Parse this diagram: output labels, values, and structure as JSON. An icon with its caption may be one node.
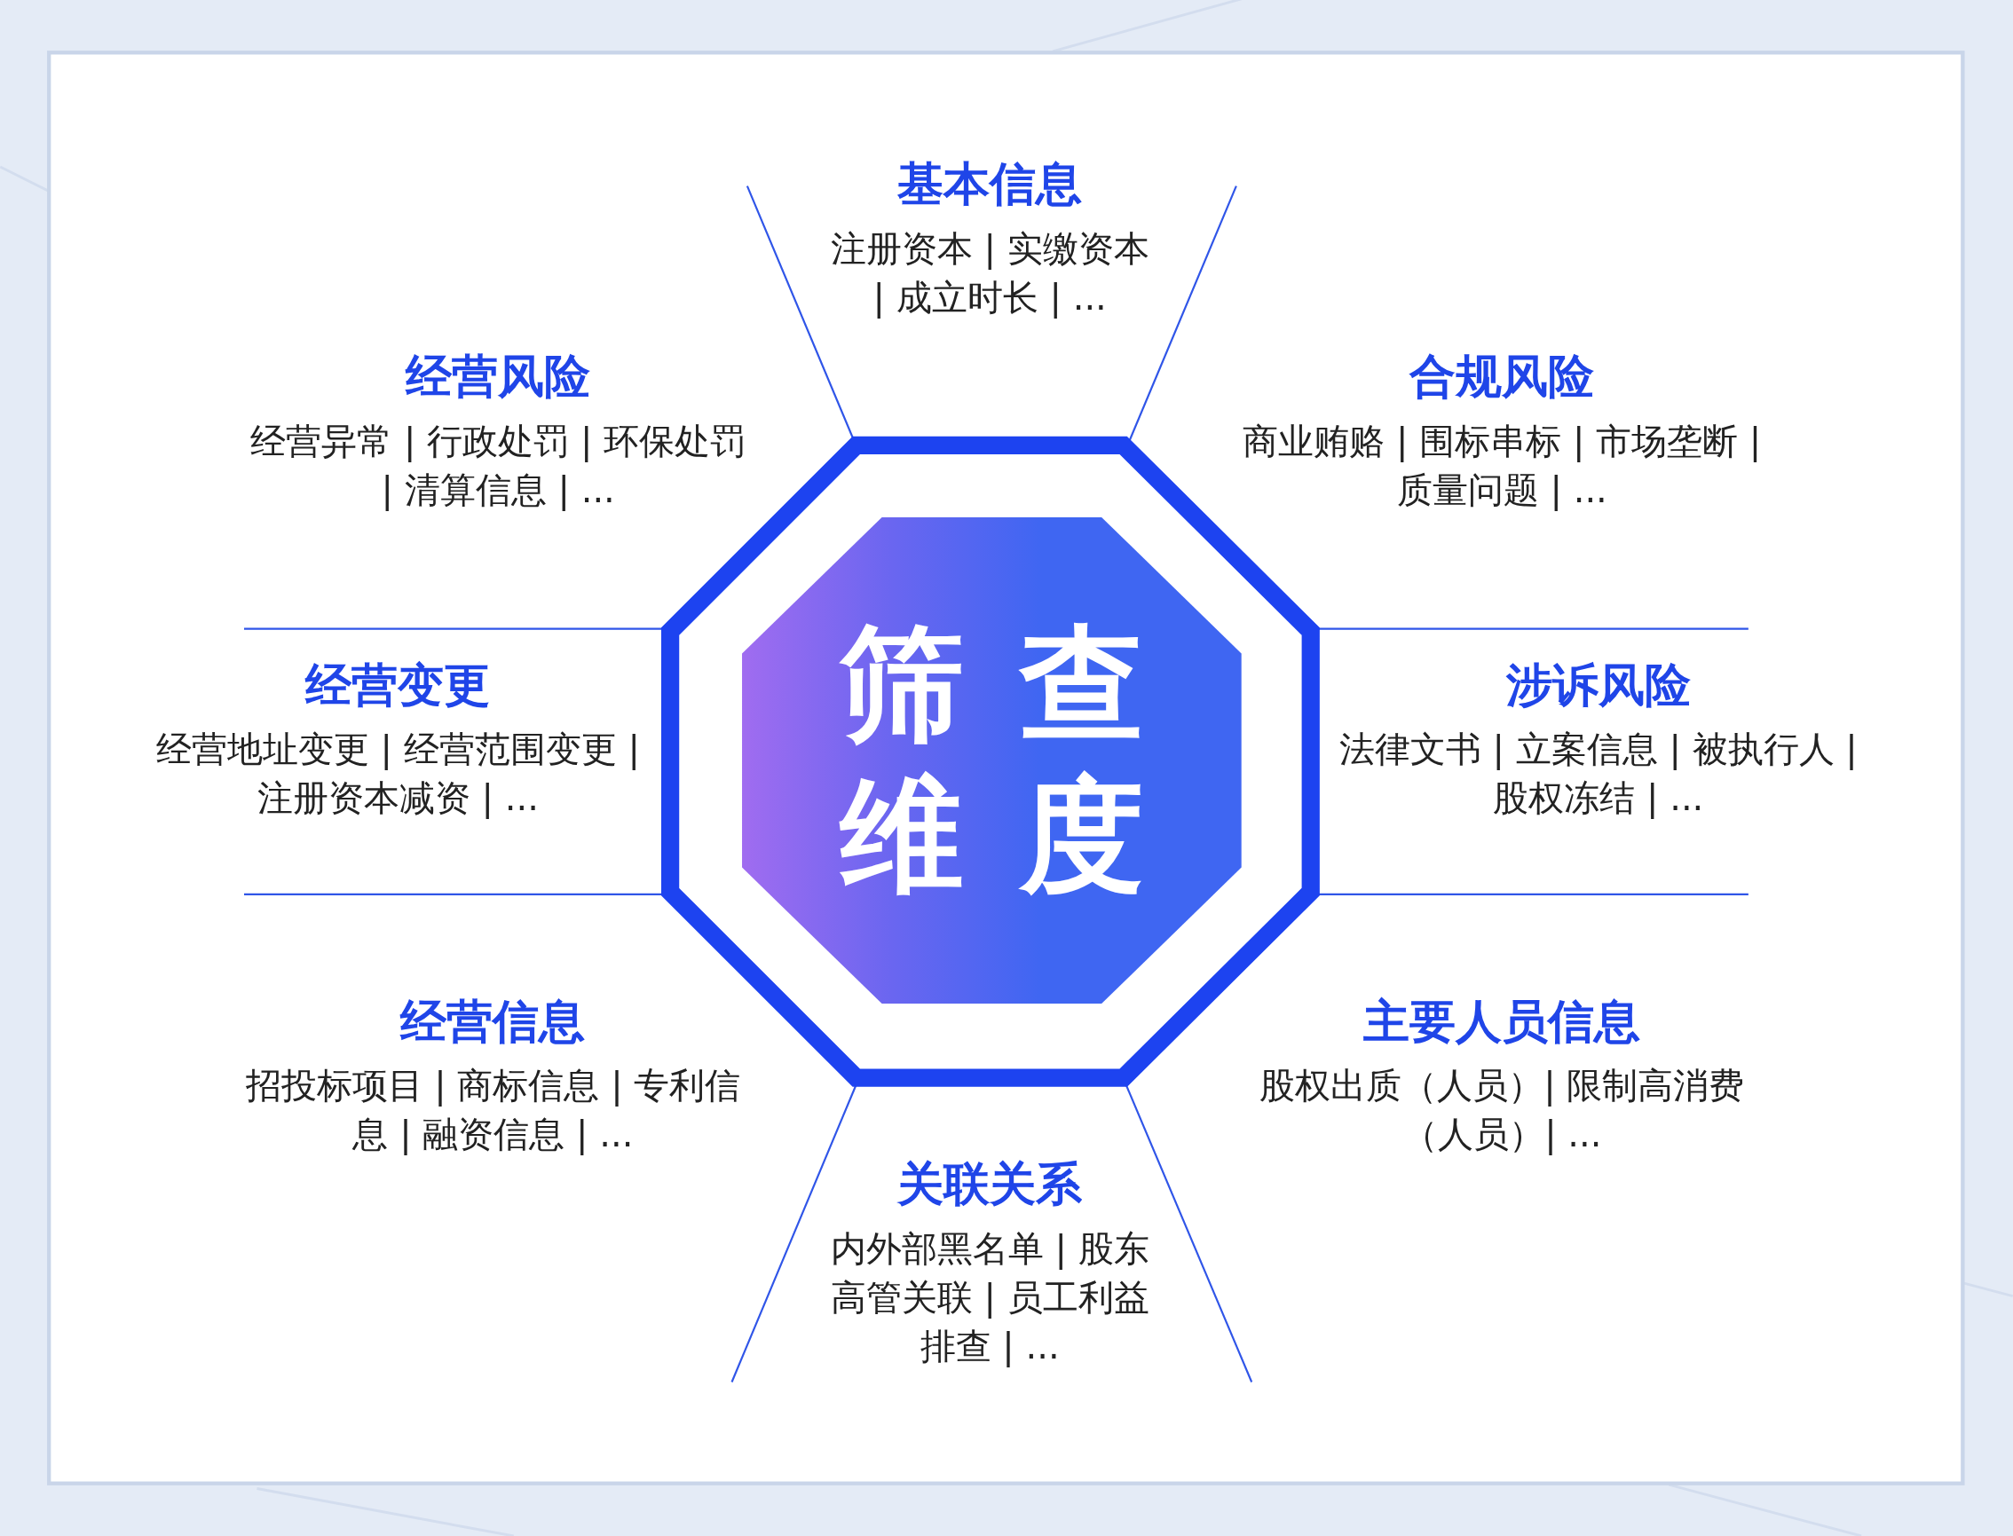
{
  "diagram": {
    "nodes": [
      {
        "text": [
          "筛查维度"
        ]
      },
      {
        "text": [
          "基本信息",
          "注册资本 | 实缴资本 | 成立时长 | ..."
        ]
      },
      {
        "text": [
          "经营风险",
          "经营异常 | 行政处罚 | 环保处罚 | 清算信息 | ..."
        ]
      },
      {
        "text": [
          "合规风险",
          "商业贿赂 | 围标串标 | 市场垄断 | 质量问题 | ..."
        ]
      },
      {
        "text": [
          "经营变更",
          "经营地址变更 | 经营范围变更 | 注册资本减资 | ..."
        ]
      },
      {
        "text": [
          "涉诉风险",
          "法律文书 | 立案信息 | 被执行人 | 股权冻结 | ..."
        ]
      },
      {
        "text": [
          "经营信息",
          "招投标项目 | 商标信息 | 专利信息 | 融资信息 | ..."
        ]
      },
      {
        "text": [
          "主要人员信息",
          "股权出质（人员）| 限制高消费（人员）| ..."
        ]
      },
      {
        "text": [
          "关联关系",
          "内外部黑名单 | 股东高管关联 | 员工利益排查 | ..."
        ]
      }
    ]
  }
}
